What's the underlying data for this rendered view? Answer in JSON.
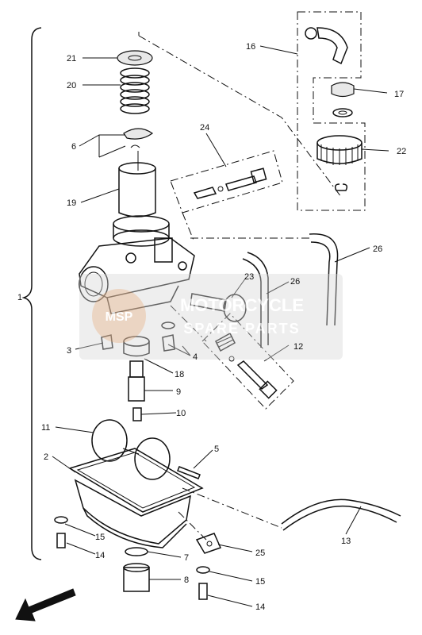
{
  "callouts": {
    "c1": "1",
    "c2": "2",
    "c3": "3",
    "c4": "4",
    "c5": "5",
    "c6": "6",
    "c7": "7",
    "c8": "8",
    "c9": "9",
    "c10": "10",
    "c11": "11",
    "c12": "12",
    "c13": "13",
    "c14a": "14",
    "c14b": "14",
    "c15a": "15",
    "c15b": "15",
    "c16": "16",
    "c17": "17",
    "c18": "18",
    "c19": "19",
    "c20": "20",
    "c21": "21",
    "c22": "22",
    "c23": "23",
    "c24": "24",
    "c25": "25",
    "c26a": "26",
    "c26b": "26"
  },
  "watermark": {
    "line1": "MOTORCYCLE",
    "line2": "SPARE PARTS",
    "logo": "MSP"
  },
  "colors": {
    "ink": "#111111",
    "watermark": "#c9c9c9",
    "watermark_logo": "#e2b089"
  },
  "icons": {
    "direction": "front-arrow-icon"
  }
}
